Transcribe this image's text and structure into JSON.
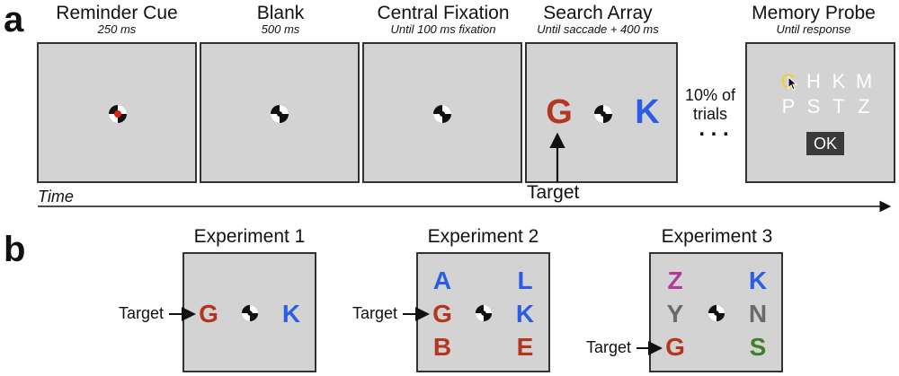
{
  "panel_a": {
    "letter": "a",
    "screens": [
      {
        "title": "Reminder Cue",
        "duration": "250 ms",
        "fixation": "cue"
      },
      {
        "title": "Blank",
        "duration": "500 ms",
        "fixation": "normal"
      },
      {
        "title": "Central Fixation",
        "duration": "Until 100 ms fixation",
        "fixation": "normal"
      },
      {
        "title": "Search Array",
        "duration": "Until saccade + 400 ms",
        "fixation": "normal"
      },
      {
        "title": "Memory Probe",
        "duration": "Until response",
        "fixation": "none"
      }
    ],
    "search_left": "G",
    "search_right": "K",
    "target_label": "Target",
    "trials_note": [
      "10% of",
      "trials"
    ],
    "ellipsis": ". . .",
    "time_label": "Time",
    "probe": {
      "row1": [
        "G",
        "H",
        "K",
        "M"
      ],
      "row2": [
        "P",
        "S",
        "T",
        "Z"
      ],
      "ok_label": "OK"
    }
  },
  "panel_b": {
    "letter": "b",
    "experiments": [
      {
        "title": "Experiment 1",
        "target_label": "Target",
        "left": [
          "G"
        ],
        "right": [
          "K"
        ]
      },
      {
        "title": "Experiment 2",
        "target_label": "Target",
        "left": [
          "A",
          "G",
          "B"
        ],
        "right": [
          "L",
          "K",
          "E"
        ]
      },
      {
        "title": "Experiment 3",
        "target_label": "Target",
        "left": [
          "Z",
          "Y",
          "G"
        ],
        "right": [
          "K",
          "N",
          "S"
        ]
      }
    ]
  },
  "colors": {
    "red": "#b5361f",
    "blue": "#2b5ce6",
    "magenta": "#b03a9a",
    "gray_letter": "#6a6a6a",
    "green": "#3f7f2a",
    "yellow": "#f0d020",
    "screen_bg": "#d3d3d3",
    "cue_dot": "#e02010"
  }
}
